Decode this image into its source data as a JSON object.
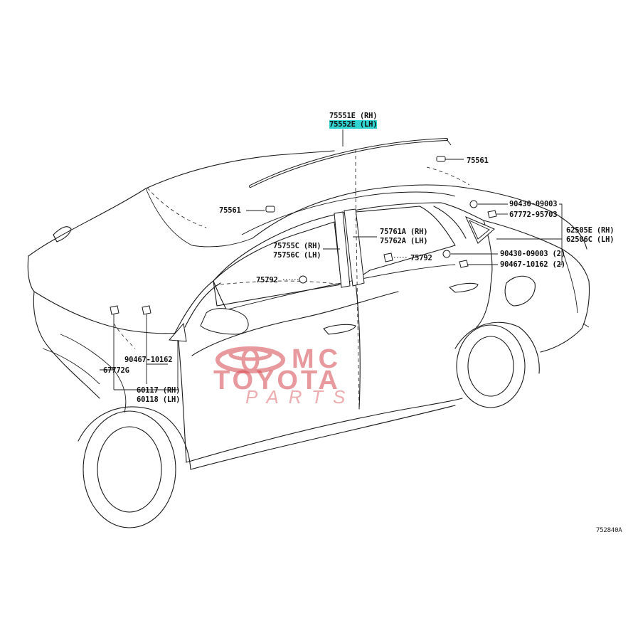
{
  "labels": {
    "part_75551E": "75551E (RH)",
    "part_75552E": "75552E (LH)",
    "part_75561_top": "75561",
    "part_75561_left": "75561",
    "part_90430_top": "90430-09003",
    "part_67772_95703": "67772-95703",
    "part_62505E": "62505E (RH)",
    "part_62506C": "62506C (LH)",
    "part_75761A": "75761A (RH)",
    "part_75762A": "75762A (LH)",
    "part_75755C": "75755C (RH)",
    "part_75756C": "75756C (LH)",
    "part_75792_mid": "75792",
    "part_75792_left": "75792",
    "part_90430_qty": "90430-09003 (2)",
    "part_90467_qty": "90467-10162 (2)",
    "part_90467_front": "90467-10162",
    "part_67772G": "67772G",
    "part_60117": "60117 (RH)",
    "part_60118": "60118 (LH)",
    "figure_code": "752840A"
  },
  "watermark": {
    "line1": "MC",
    "line2": "TOYOTA",
    "line3": "PARTS",
    "color": "#d6464e"
  },
  "highlight_color": "#2fd3d0"
}
